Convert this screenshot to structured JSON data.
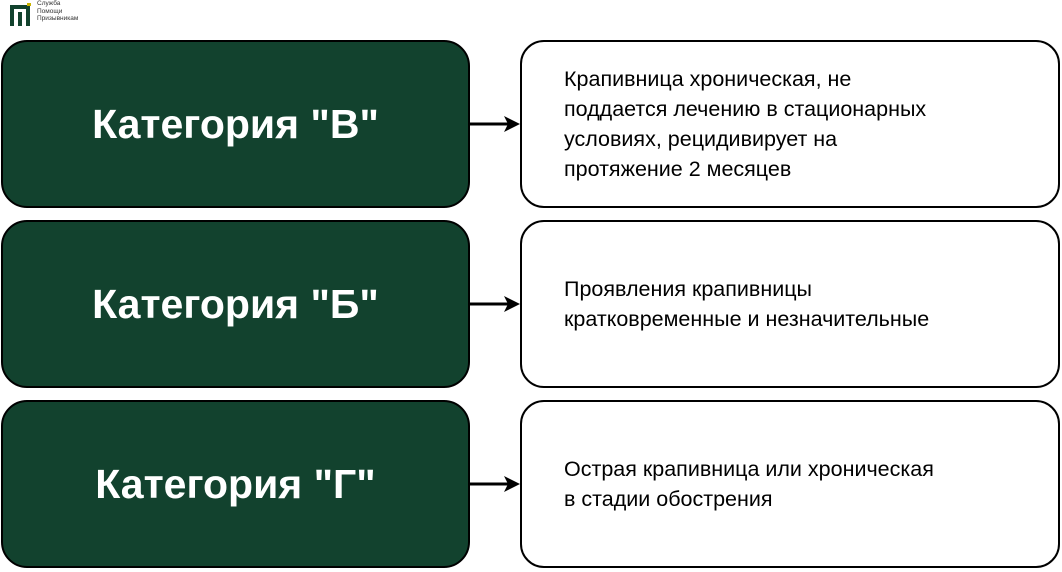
{
  "logo": {
    "icon": "logo-icon",
    "lines": [
      "Служба",
      "Помощи",
      "Призывникам"
    ]
  },
  "rows": [
    {
      "category": "Категория \"В\"",
      "description_lines": [
        "Крапивница хроническая, не",
        "поддается лечению в стационарных",
        "условиях, рецидивирует на",
        "протяжение 2 месяцев"
      ]
    },
    {
      "category": "Категория \"Б\"",
      "description_lines": [
        "Проявления крапивницы",
        "кратковременные и незначительные"
      ]
    },
    {
      "category": "Категория \"Г\"",
      "description_lines": [
        "Острая крапивница или хроническая",
        "в стадии обострения"
      ]
    }
  ],
  "colors": {
    "category_fill": "#12422e",
    "category_text": "#ffffff",
    "border": "#000000",
    "description_fill": "#ffffff"
  }
}
